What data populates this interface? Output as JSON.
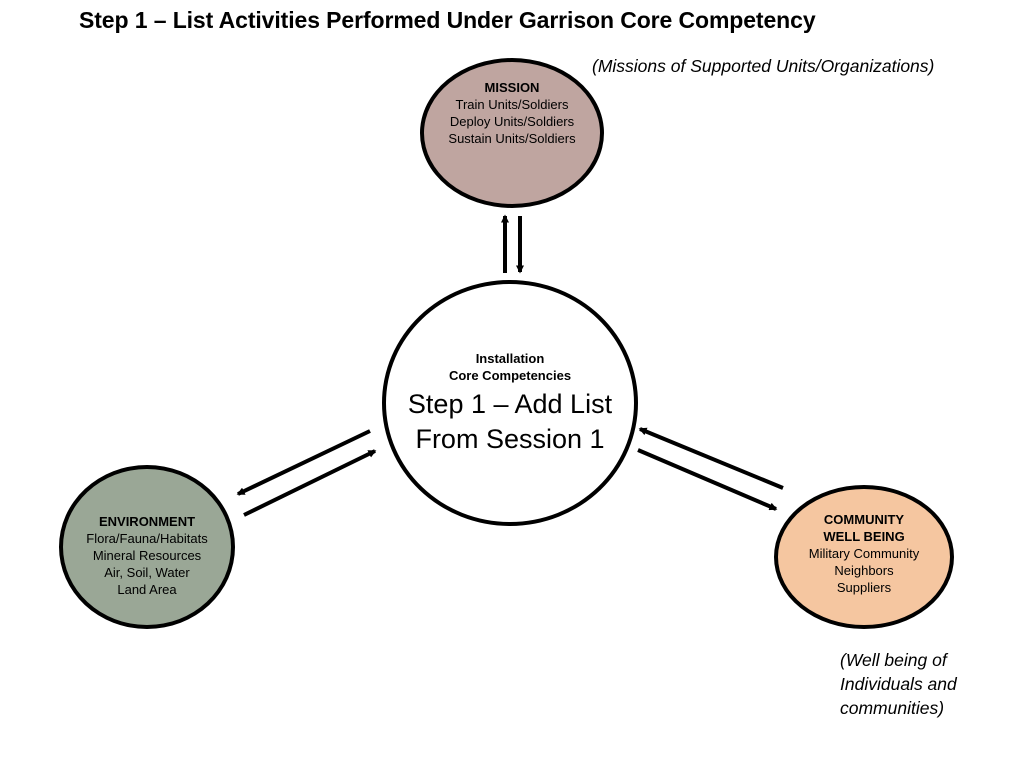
{
  "title": "Step 1 – List Activities Performed Under Garrison Core Competency",
  "notes": {
    "mission": "(Missions of Supported Units/Organizations)",
    "community": "(Well being of Individuals and communities)"
  },
  "nodes": {
    "mission": {
      "heading": "MISSION",
      "lines": [
        "Train Units/Soldiers",
        "Deploy Units/Soldiers",
        "Sustain Units/Soldiers"
      ],
      "color": "#bfa5a0"
    },
    "environment": {
      "heading": "ENVIRONMENT",
      "lines": [
        "Flora/Fauna/Habitats",
        "Mineral Resources",
        "Air, Soil, Water",
        "Land Area"
      ],
      "color": "#9aa796"
    },
    "community": {
      "heading_lines": [
        "COMMUNITY",
        "WELL BEING"
      ],
      "lines": [
        "Military Community",
        "Neighbors",
        "Suppliers"
      ],
      "color": "#f5c6a0"
    },
    "core": {
      "heading_lines": [
        "Installation",
        "Core Competencies"
      ],
      "main_lines": [
        "Step 1 – Add List",
        "From Session 1"
      ]
    }
  }
}
